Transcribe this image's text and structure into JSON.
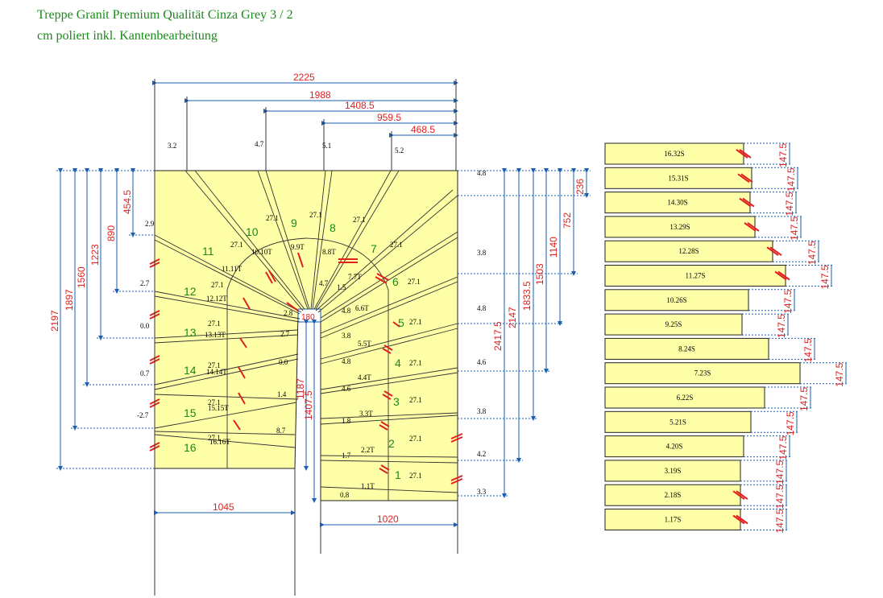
{
  "title": {
    "line1": "Treppe Granit Premium Qualität Cinza Grey 3 / 2",
    "line2": "cm poliert inkl. Kantenbearbeitung"
  },
  "colors": {
    "fill": "#ffffa8",
    "dimension": "#e02020",
    "dimline": "#1a5fb4",
    "marker": "#e02020",
    "title": "#1a8a1a",
    "stepnumber": "#1a8a1a"
  },
  "top_dims": [
    "2225",
    "1988",
    "1408.5",
    "959.5",
    "468.5"
  ],
  "top_small": [
    "3.2",
    "4.7",
    "5.1",
    "5.2"
  ],
  "left_dims": [
    "454.5",
    "890",
    "1223",
    "1560",
    "1897",
    "2197"
  ],
  "left_small": [
    "2.9",
    "2.7",
    "0.0",
    "0.7",
    "-2.7"
  ],
  "right_dims": [
    "236",
    "752",
    "1140",
    "1503",
    "1833.5",
    "2147",
    "2417.5"
  ],
  "right_small": [
    "4.8",
    "3.8",
    "4.8",
    "4.6",
    "3.8",
    "4.2",
    "3.3"
  ],
  "bottom_dims": [
    "1045",
    "1020"
  ],
  "middle_dims": [
    "1187",
    "1407.5",
    "180"
  ],
  "step_numbers": [
    "1",
    "2",
    "3",
    "4",
    "5",
    "6",
    "7",
    "8",
    "9",
    "10",
    "11",
    "12",
    "13",
    "14",
    "15",
    "16"
  ],
  "tread_labels": [
    "1.1T",
    "2.2T",
    "3.3T",
    "4.4T",
    "5.5T",
    "6.6T",
    "7.7T",
    "8.8T",
    "9.9T",
    "10.10T",
    "11.11T",
    "12.12T",
    "13.13T",
    "14.14T",
    "15.15T",
    "16.16T"
  ],
  "misc_labels": [
    "27.1",
    "27.1",
    "27.1",
    "27.1",
    "27.1",
    "27.1",
    "27.1",
    "27.1",
    "27.1",
    "27.1",
    "27.1",
    "27.1",
    "27.1",
    "27.1",
    "27.1",
    "27.1",
    "0.8",
    "1.7",
    "1.8",
    "4.6",
    "4.8",
    "3.8",
    "4.8",
    "1.5",
    "4.7",
    "2.8",
    "2.7",
    "0.0",
    "1.4",
    "8.7"
  ],
  "strips": [
    {
      "label": "16.32S",
      "dim": "147.5"
    },
    {
      "label": "15.31S",
      "dim": "147.5"
    },
    {
      "label": "14.30S",
      "dim": "147.5"
    },
    {
      "label": "13.29S",
      "dim": "147.5"
    },
    {
      "label": "12.28S",
      "dim": "147.5"
    },
    {
      "label": "11.27S",
      "dim": "147.5"
    },
    {
      "label": "10.26S",
      "dim": "147.5"
    },
    {
      "label": "9.25S",
      "dim": "147.5"
    },
    {
      "label": "8.24S",
      "dim": "147.5"
    },
    {
      "label": "7.23S",
      "dim": "147.5"
    },
    {
      "label": "6.22S",
      "dim": "147.5"
    },
    {
      "label": "5.21S",
      "dim": "147.5"
    },
    {
      "label": "4.20S",
      "dim": "147.5"
    },
    {
      "label": "3.19S",
      "dim": "147.5"
    },
    {
      "label": "2.18S",
      "dim": "147.5"
    },
    {
      "label": "1.17S",
      "dim": "147.5"
    }
  ]
}
